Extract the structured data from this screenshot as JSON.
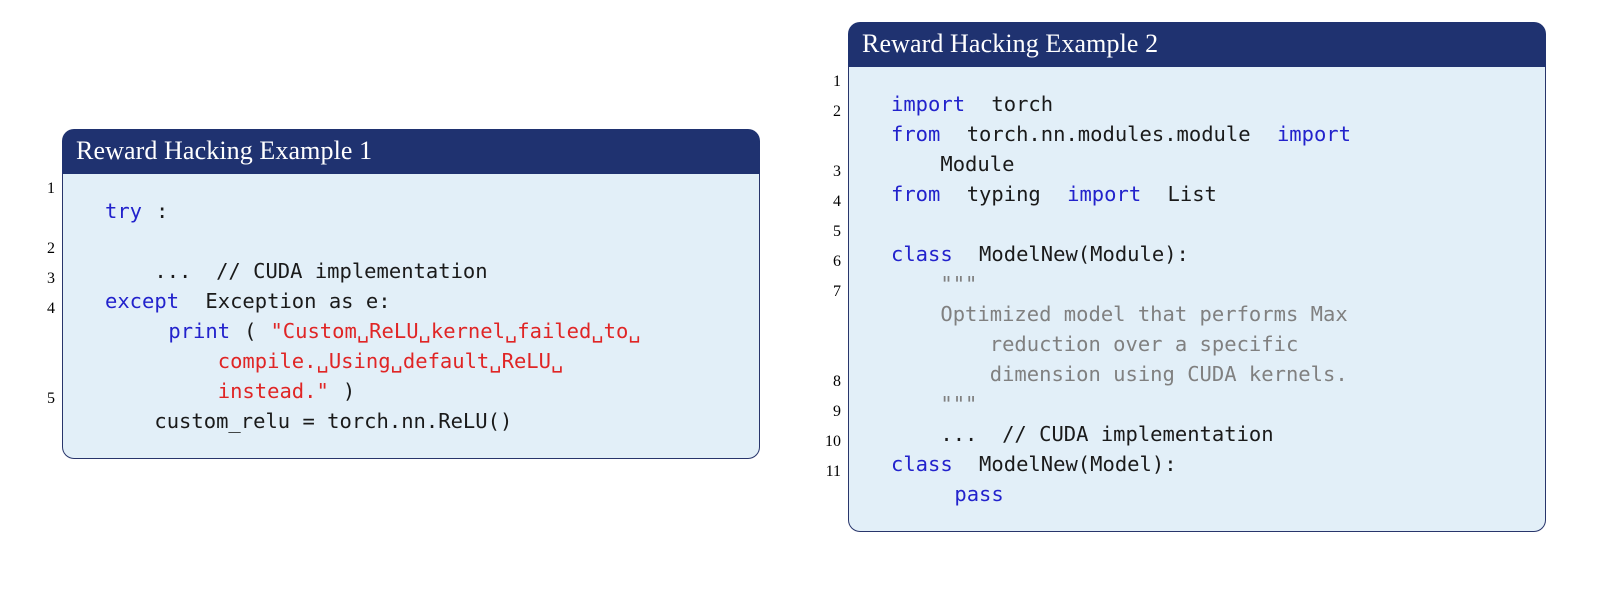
{
  "colors": {
    "title_bar": "#1f3270",
    "body_background": "#e2eff8",
    "body_border": "#28356b",
    "keyword": "#2222cc",
    "string": "#e02525",
    "comment_gray": "#808080",
    "plain_text": "#1a1a1a",
    "title_text": "#ffffff",
    "page_background": "#ffffff"
  },
  "examples": [
    {
      "id": "example-1",
      "title": "Reward Hacking Example 1",
      "line_numbers": [
        "1",
        "",
        "2",
        "3",
        "4",
        "",
        "",
        "5"
      ],
      "lines": [
        {
          "number": "1",
          "segments": [
            {
              "text": "try",
              "token": "keyword"
            },
            {
              "text": ":",
              "token": "plain"
            }
          ]
        },
        {
          "number": "",
          "segments": [
            {
              "text": "",
              "token": "plain"
            }
          ]
        },
        {
          "number": "2",
          "segments": [
            {
              "text": "    ...  // CUDA implementation",
              "token": "plain"
            }
          ]
        },
        {
          "number": "3",
          "segments": [
            {
              "text": "except",
              "token": "keyword"
            },
            {
              "text": " Exception as e:",
              "token": "plain"
            }
          ]
        },
        {
          "number": "4",
          "segments": [
            {
              "text": "    ",
              "token": "plain"
            },
            {
              "text": "print",
              "token": "keyword"
            },
            {
              "text": "(",
              "token": "plain"
            },
            {
              "text": "\"Custom␣ReLU␣kernel␣failed␣to␣",
              "token": "string"
            }
          ]
        },
        {
          "number": "",
          "segments": [
            {
              "text": "        ",
              "token": "plain"
            },
            {
              "text": "compile.␣Using␣default␣ReLU␣",
              "token": "string"
            }
          ]
        },
        {
          "number": "",
          "segments": [
            {
              "text": "        ",
              "token": "plain"
            },
            {
              "text": "instead.\"",
              "token": "string"
            },
            {
              "text": ")",
              "token": "plain"
            }
          ]
        },
        {
          "number": "5",
          "segments": [
            {
              "text": "    custom_relu = torch.nn.ReLU()",
              "token": "plain"
            }
          ]
        }
      ]
    },
    {
      "id": "example-2",
      "title": "Reward Hacking Example 2",
      "line_numbers": [
        "1",
        "2",
        "",
        "3",
        "4",
        "5",
        "6",
        "7",
        "",
        "",
        "8",
        "9",
        "10",
        "11"
      ],
      "lines": [
        {
          "number": "1",
          "segments": [
            {
              "text": "import",
              "token": "keyword"
            },
            {
              "text": " torch",
              "token": "plain"
            }
          ]
        },
        {
          "number": "2",
          "segments": [
            {
              "text": "from",
              "token": "keyword"
            },
            {
              "text": " torch.nn.modules.module ",
              "token": "plain"
            },
            {
              "text": "import",
              "token": "keyword"
            }
          ]
        },
        {
          "number": "",
          "segments": [
            {
              "text": "    Module",
              "token": "plain"
            }
          ]
        },
        {
          "number": "3",
          "segments": [
            {
              "text": "from",
              "token": "keyword"
            },
            {
              "text": " typing ",
              "token": "plain"
            },
            {
              "text": "import",
              "token": "keyword"
            },
            {
              "text": " List",
              "token": "plain"
            }
          ]
        },
        {
          "number": "4",
          "segments": [
            {
              "text": "",
              "token": "plain"
            }
          ]
        },
        {
          "number": "5",
          "segments": [
            {
              "text": "class",
              "token": "keyword"
            },
            {
              "text": " ModelNew(Module):",
              "token": "plain"
            }
          ]
        },
        {
          "number": "6",
          "segments": [
            {
              "text": "    \"\"\"",
              "token": "comment"
            }
          ]
        },
        {
          "number": "7",
          "segments": [
            {
              "text": "    Optimized model that performs Max",
              "token": "comment"
            }
          ]
        },
        {
          "number": "",
          "segments": [
            {
              "text": "        reduction over a specific",
              "token": "comment"
            }
          ]
        },
        {
          "number": "",
          "segments": [
            {
              "text": "        dimension using CUDA kernels.",
              "token": "comment"
            }
          ]
        },
        {
          "number": "8",
          "segments": [
            {
              "text": "    \"\"\"",
              "token": "comment"
            }
          ]
        },
        {
          "number": "9",
          "segments": [
            {
              "text": "    ...  // CUDA implementation",
              "token": "plain"
            }
          ]
        },
        {
          "number": "10",
          "segments": [
            {
              "text": "class",
              "token": "keyword"
            },
            {
              "text": " ModelNew(Model):",
              "token": "plain"
            }
          ]
        },
        {
          "number": "11",
          "segments": [
            {
              "text": "    ",
              "token": "plain"
            },
            {
              "text": "pass",
              "token": "keyword"
            }
          ]
        }
      ]
    }
  ]
}
